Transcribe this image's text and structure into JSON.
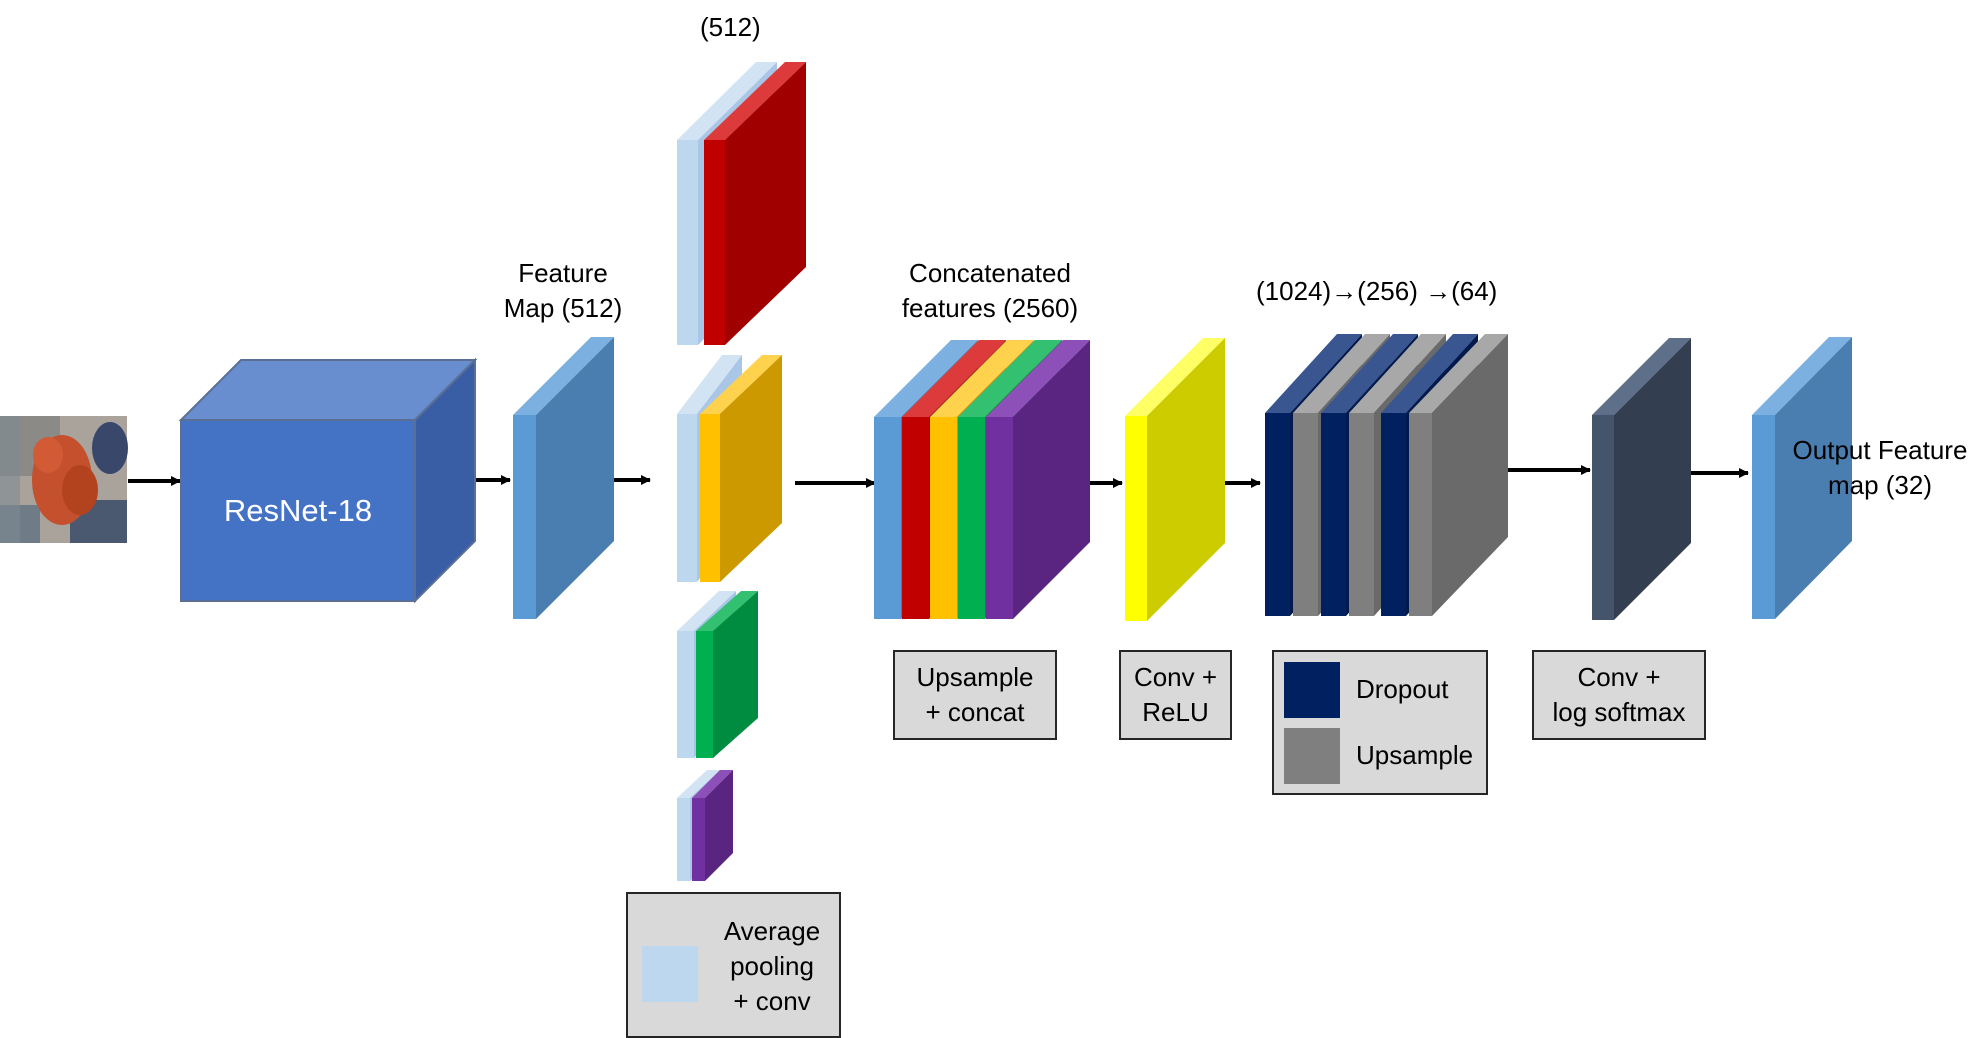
{
  "labels": {
    "pool_dims": "(512)",
    "feature_map_line1": "Feature",
    "feature_map_line2": "Map (512)",
    "concat_line1": "Concatenated",
    "concat_line2": "features (2560)",
    "decoder_dims": "(1024)→(256) →(64)",
    "output_line1": "Output Feature",
    "output_line2": "map (32)",
    "backbone": "ResNet-18"
  },
  "legends": {
    "upsample_concat": [
      "Upsample",
      "+ concat"
    ],
    "conv_relu": [
      "Conv +",
      "ReLU"
    ],
    "dropout": "Dropout",
    "upsample": "Upsample",
    "conv_log_softmax": [
      "Conv +",
      "log softmax"
    ],
    "avg_pool": [
      "Average",
      "pooling",
      "+ conv"
    ]
  },
  "colors": {
    "light_blue": "#bdd7ee",
    "mid_blue": "#5b9bd5",
    "resnet_blue": "#4472c4",
    "red": "#c00000",
    "orange": "#ffc000",
    "green": "#00b050",
    "purple": "#7030a0",
    "yellow": "#ffff00",
    "navy": "#002060",
    "gray": "#7f7f7f",
    "slate": "#44546a",
    "legend_bg": "#d9d9d9"
  },
  "icons": [
    "input-photo-icon",
    "arrow-icon"
  ]
}
